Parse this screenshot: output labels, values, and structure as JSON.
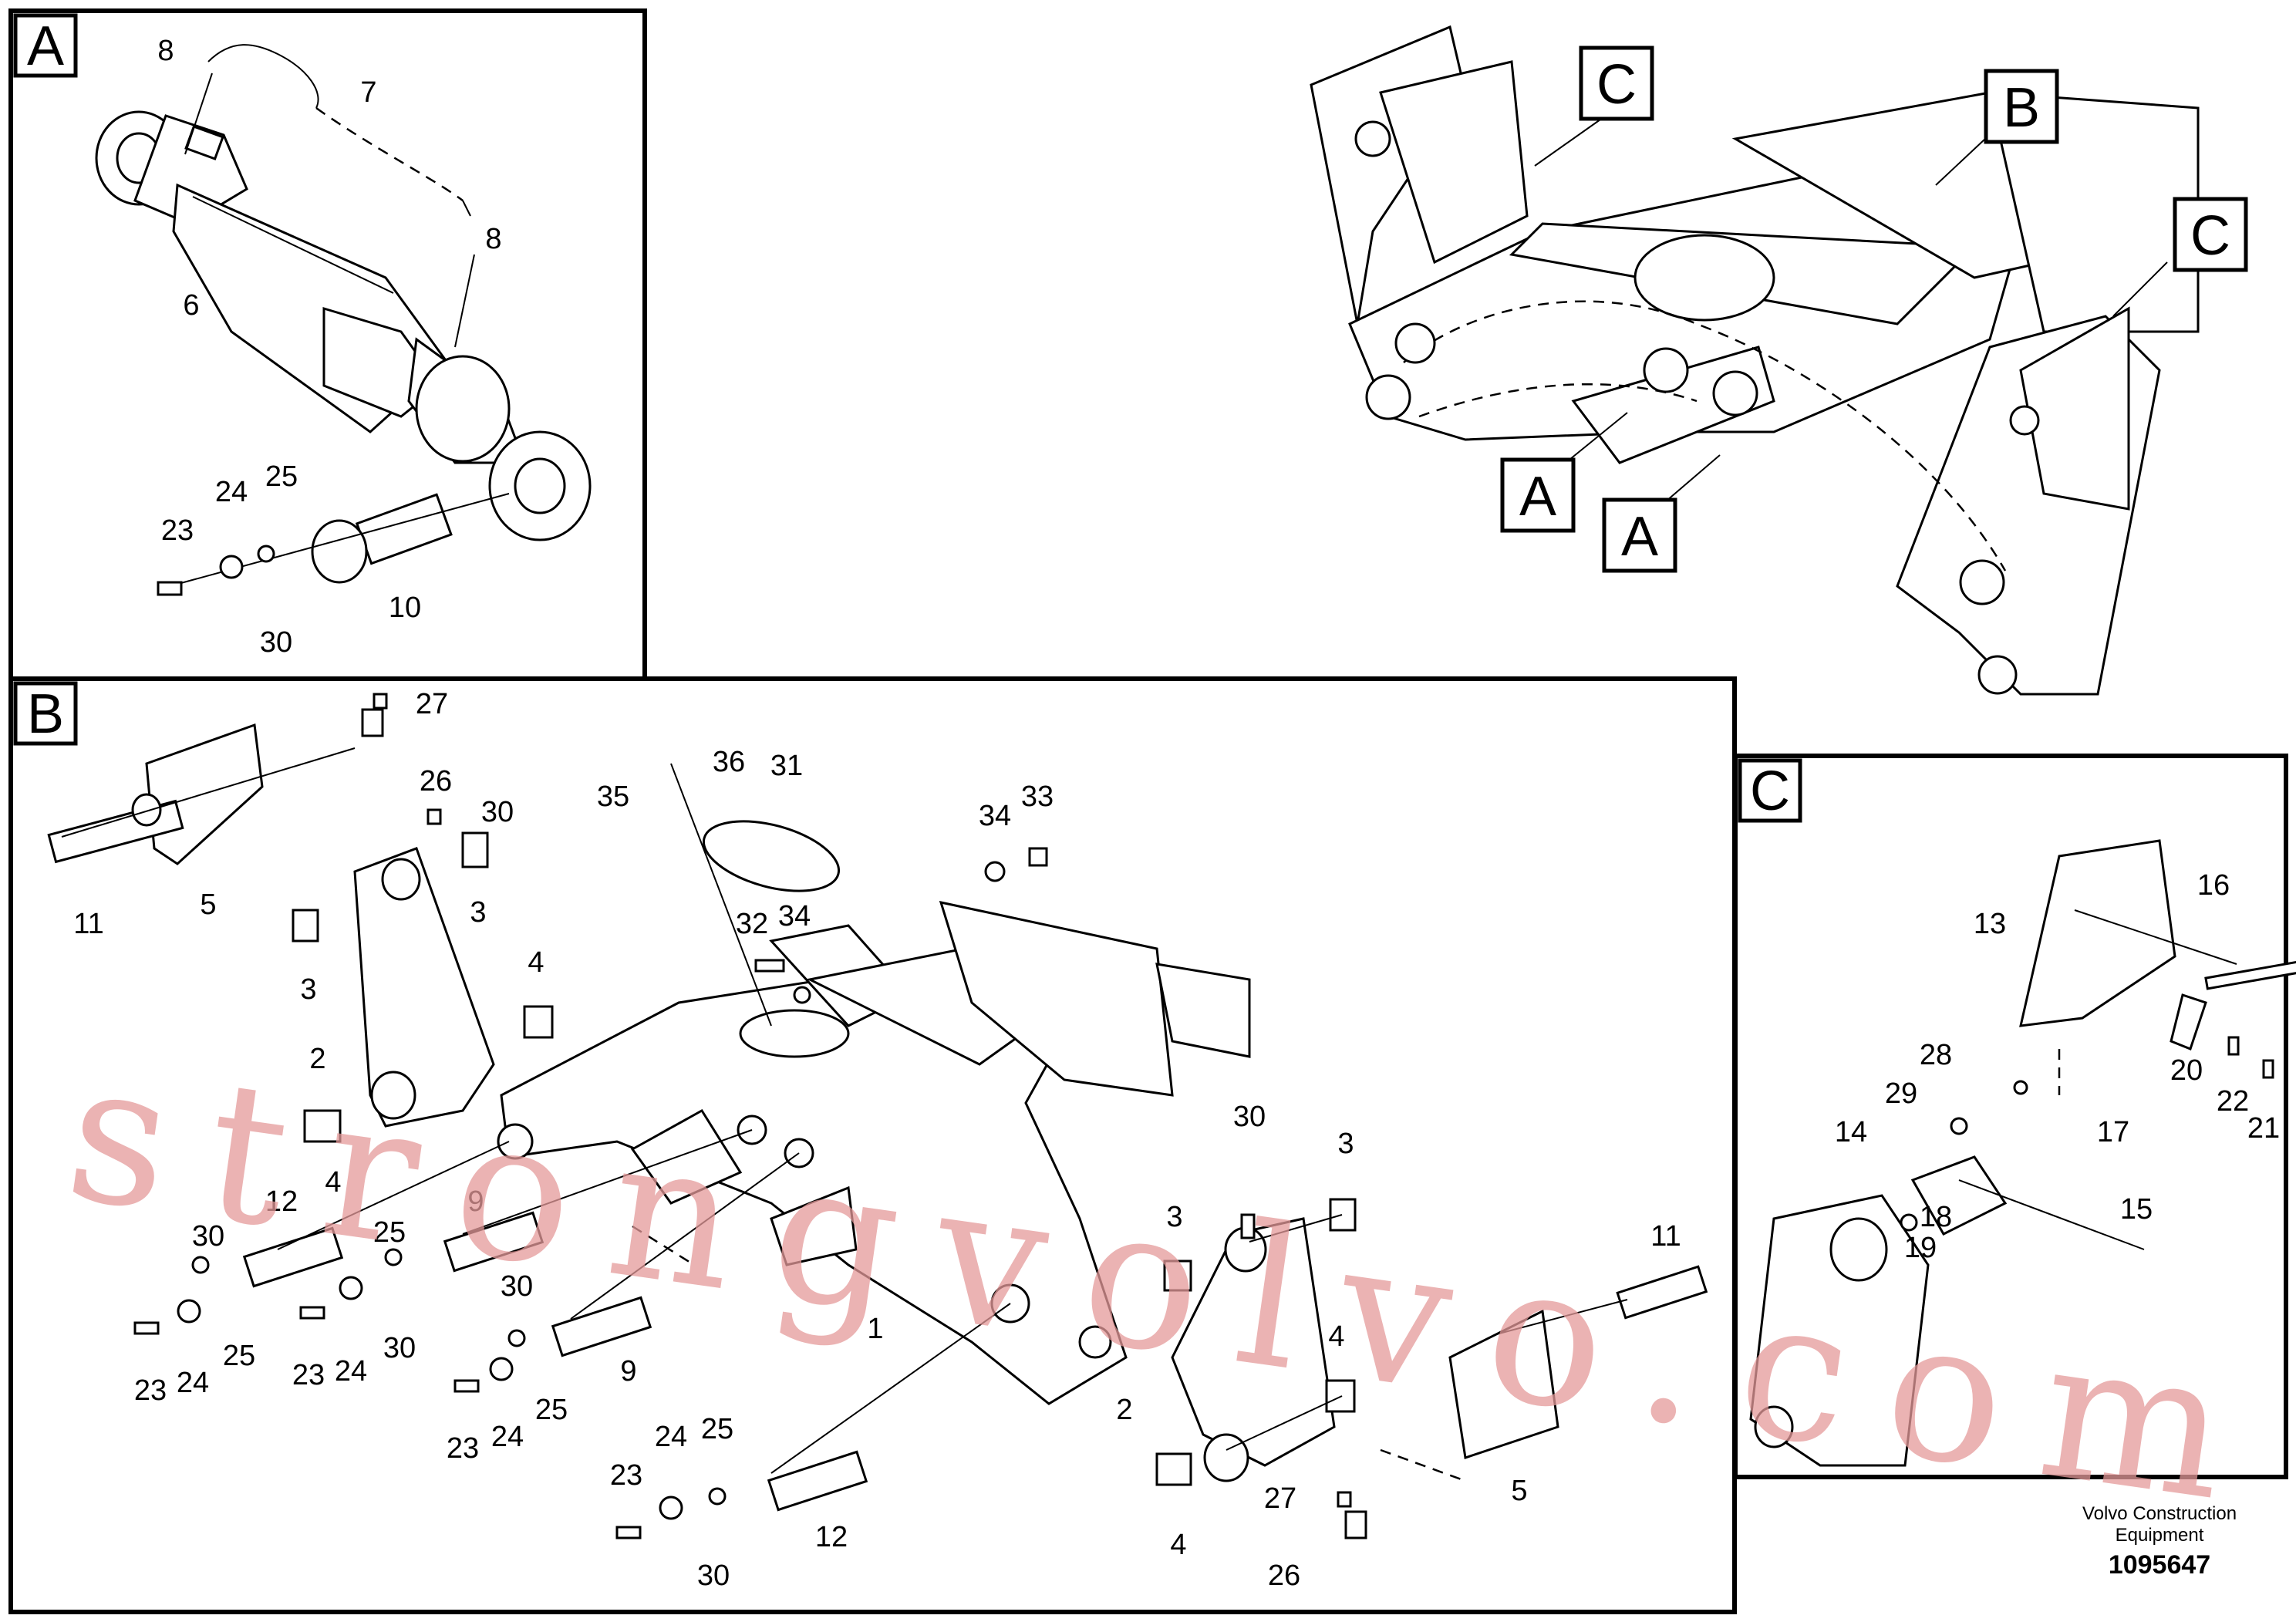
{
  "panels": {
    "a": {
      "tag": "A"
    },
    "b": {
      "tag": "B"
    },
    "c": {
      "tag": "C"
    }
  },
  "callouts": {
    "c_top": "C",
    "b_top": "B",
    "c_right": "C",
    "a_left": "A",
    "a_mid": "A"
  },
  "labels_a": [
    "8",
    "7",
    "8",
    "6",
    "25",
    "24",
    "23",
    "10",
    "30"
  ],
  "labels_b": [
    "27",
    "26",
    "30",
    "11",
    "5",
    "3",
    "3",
    "4",
    "2",
    "4",
    "36",
    "31",
    "35",
    "34",
    "33",
    "32",
    "34",
    "12",
    "30",
    "25",
    "24",
    "23",
    "9",
    "25",
    "30",
    "23",
    "24",
    "30",
    "30",
    "24",
    "25",
    "9",
    "23",
    "24",
    "25",
    "1",
    "30",
    "3",
    "3",
    "2",
    "4",
    "4",
    "11",
    "5",
    "12",
    "23",
    "24",
    "25",
    "30",
    "27",
    "26"
  ],
  "labels_c": [
    "13",
    "16",
    "28",
    "29",
    "14",
    "17",
    "18",
    "19",
    "15",
    "20",
    "22",
    "21"
  ],
  "watermark": "strongvolvo.com",
  "footer": {
    "brand_line1": "Volvo Construction",
    "brand_line2": "Equipment",
    "doc_number": "1095647"
  },
  "colors": {
    "ink": "#000000",
    "watermark": "#e59a9a"
  }
}
